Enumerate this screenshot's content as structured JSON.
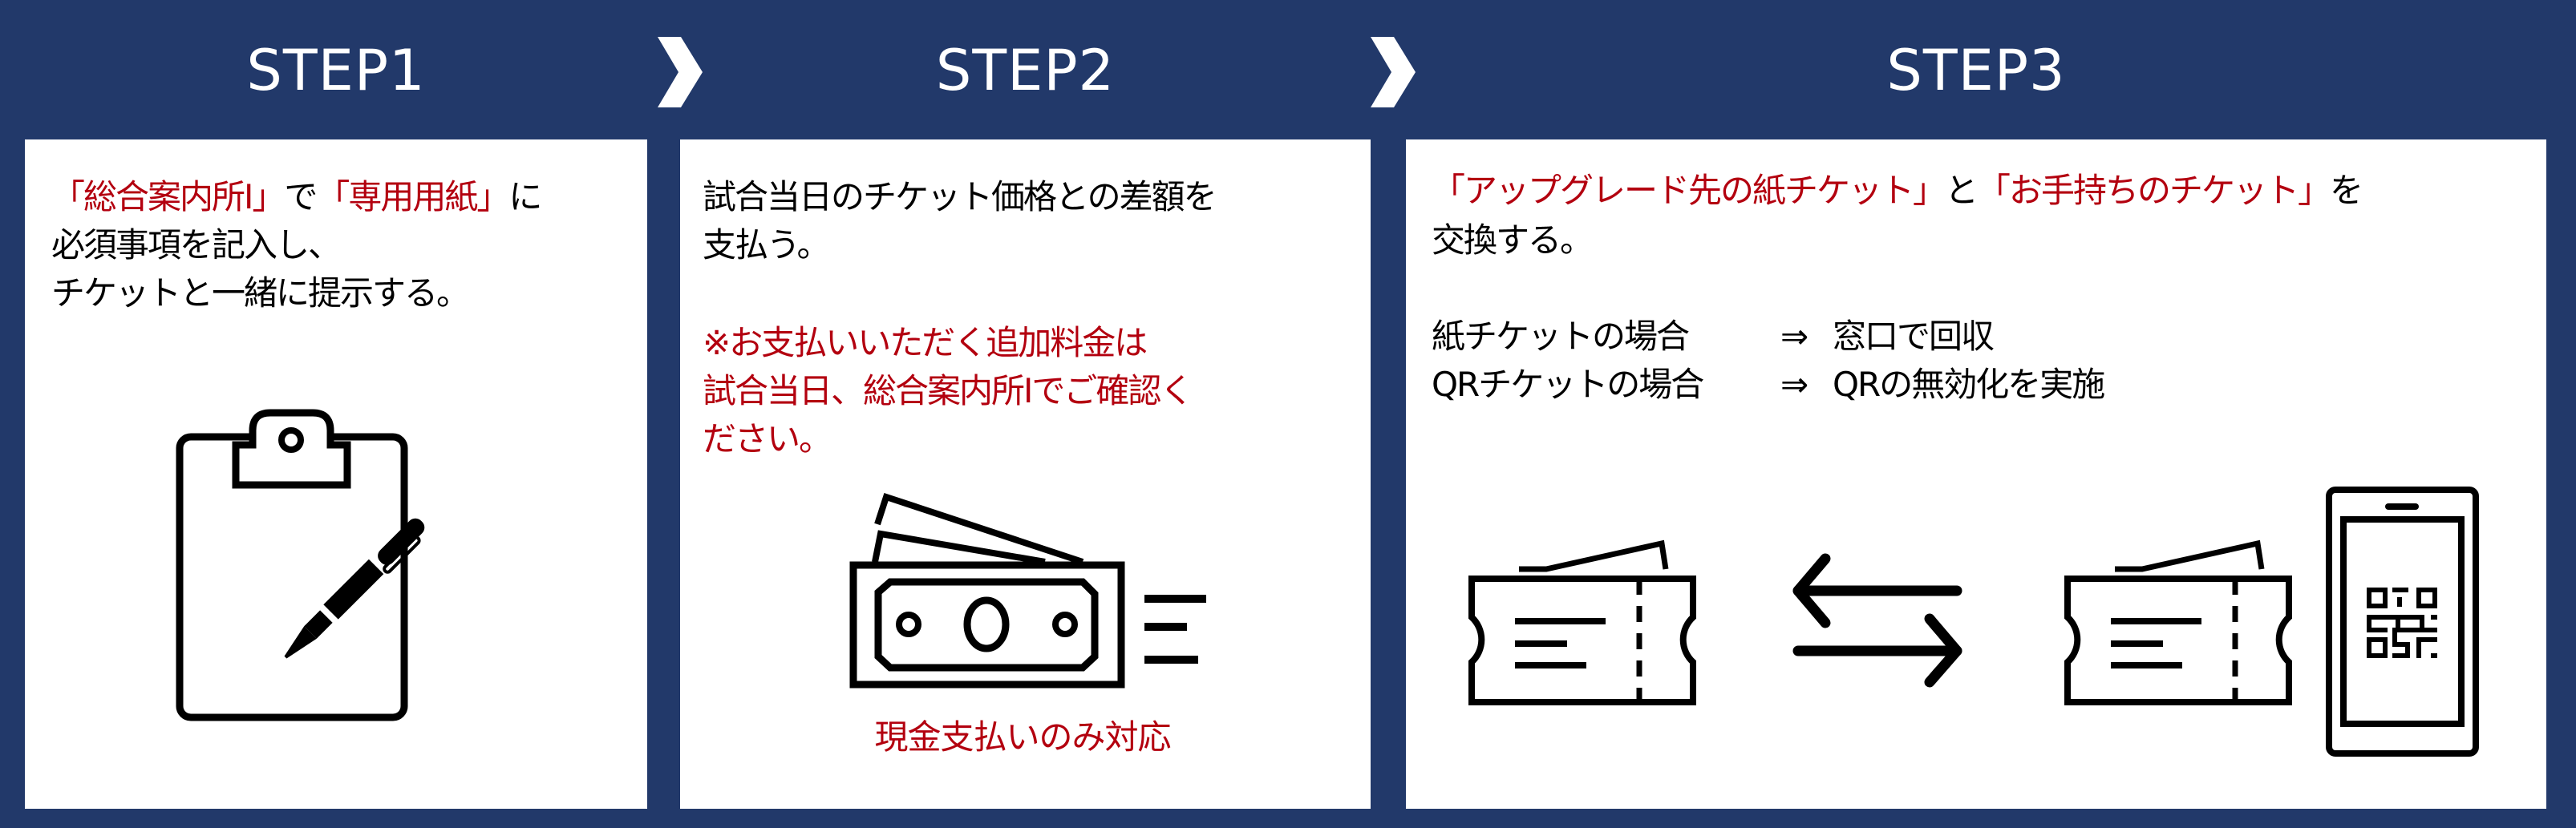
{
  "steps": [
    {
      "title": "STEP1",
      "text_line1": [
        {
          "text": "「総合案内所Ⅰ」",
          "highlight": true
        },
        {
          "text": "で",
          "highlight": false
        },
        {
          "text": "「専用用紙」",
          "highlight": true
        },
        {
          "text": "に",
          "highlight": false
        }
      ],
      "text_line2": "必須事項を記入し、",
      "text_line3": "チケットと一緒に提示する。",
      "icon": "clipboard-pen-icon"
    },
    {
      "title": "STEP2",
      "text_line1": "試合当日のチケット価格との差額を",
      "text_line2": "支払う。",
      "note_lines": [
        "※お支払いいただく追加料金は",
        "試合当日、総合案内所Ⅰでご確認く",
        "ださい。"
      ],
      "icon": "cash-payment-icon",
      "caption": "現金支払いのみ対応"
    },
    {
      "title": "STEP3",
      "text_line1": [
        {
          "text": "「アップグレード先の紙チケット」",
          "highlight": true
        },
        {
          "text": "と",
          "highlight": false
        },
        {
          "text": "「お手持ちのチケット」",
          "highlight": true
        },
        {
          "text": "を",
          "highlight": false
        }
      ],
      "text_line2": "交換する。",
      "cases": [
        {
          "label": "紙チケットの場合",
          "arrow": "⇒",
          "action": "窓口で回収"
        },
        {
          "label": "QRチケットの場合",
          "arrow": "⇒",
          "action": "QRの無効化を実施"
        }
      ],
      "icons": [
        "paper-ticket-icon",
        "exchange-arrows-icon",
        "paper-ticket-icon",
        "smartphone-qr-icon"
      ]
    }
  ],
  "colors": {
    "background": "#22396a",
    "highlight": "#b3000f",
    "text": "#000000",
    "panel": "#ffffff"
  }
}
